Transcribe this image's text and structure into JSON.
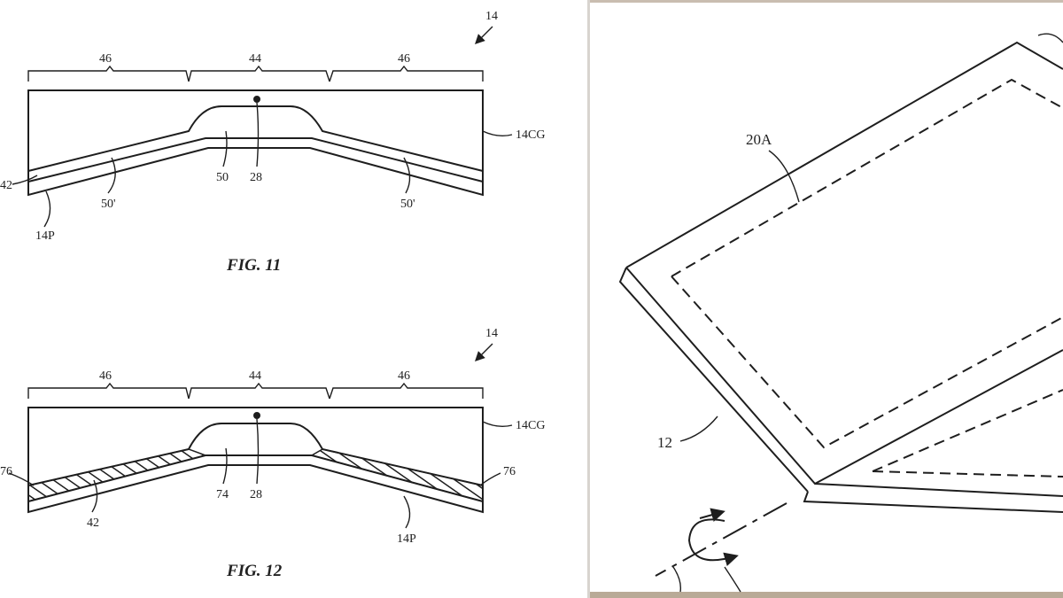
{
  "fig11": {
    "title": "FIG. 11",
    "labels": {
      "assembly": "14",
      "flat_left": "46",
      "center": "44",
      "flat_right": "46",
      "cover_glass": "14CG",
      "edge": "42",
      "layer_left": "50'",
      "center_layer": "50",
      "point": "28",
      "layer_right": "50'",
      "panel": "14P"
    }
  },
  "fig12": {
    "title": "FIG. 12",
    "labels": {
      "assembly": "14",
      "flat_left": "46",
      "center": "44",
      "flat_right": "46",
      "cover_glass": "14CG",
      "fill_left": "76",
      "fill_right": "76",
      "center_layer": "74",
      "point": "28",
      "edge": "42",
      "panel": "14P"
    }
  },
  "device": {
    "labels": {
      "border": "20A",
      "housing": "12"
    }
  }
}
